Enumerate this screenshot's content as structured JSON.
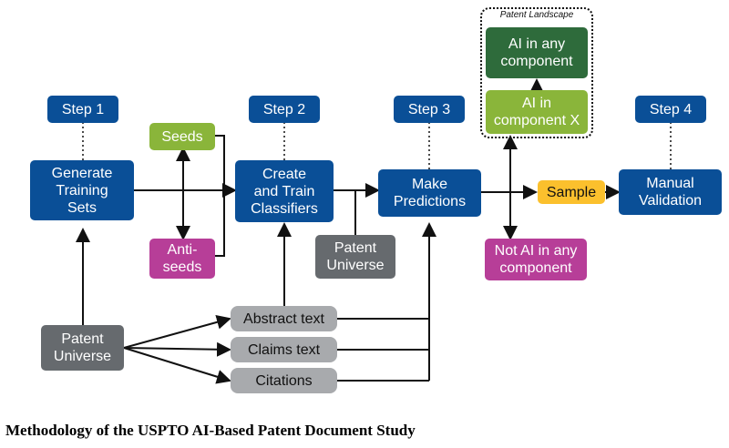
{
  "steps": {
    "step1": "Step 1",
    "step2": "Step 2",
    "step3": "Step 3",
    "step4": "Step 4"
  },
  "nodes": {
    "generate": "Generate\nTraining\nSets",
    "seeds": "Seeds",
    "anti_seeds": "Anti-\nseeds",
    "create_train": "Create\nand Train\nClassifiers",
    "patent_universe_mid": "Patent\nUniverse",
    "make_predictions": "Make\nPredictions",
    "ai_any": "AI in any\ncomponent",
    "ai_x": "AI in\ncomponent X",
    "not_ai": "Not AI in any\ncomponent",
    "sample": "Sample",
    "manual_validation": "Manual\nValidation",
    "patent_universe_left": "Patent\nUniverse",
    "abstract_text": "Abstract text",
    "claims_text": "Claims text",
    "citations": "Citations"
  },
  "landscape_title": "Patent Landscape",
  "caption": "Methodology of the USPTO AI-Based Patent Document Study",
  "colors": {
    "blue": "#0a4f97",
    "green": "#8ab53a",
    "dark_green": "#2e6b3b",
    "magenta": "#b73e98",
    "dark_grey": "#666a6e",
    "light_grey": "#a8aaad",
    "yellow": "#fbc02d"
  }
}
